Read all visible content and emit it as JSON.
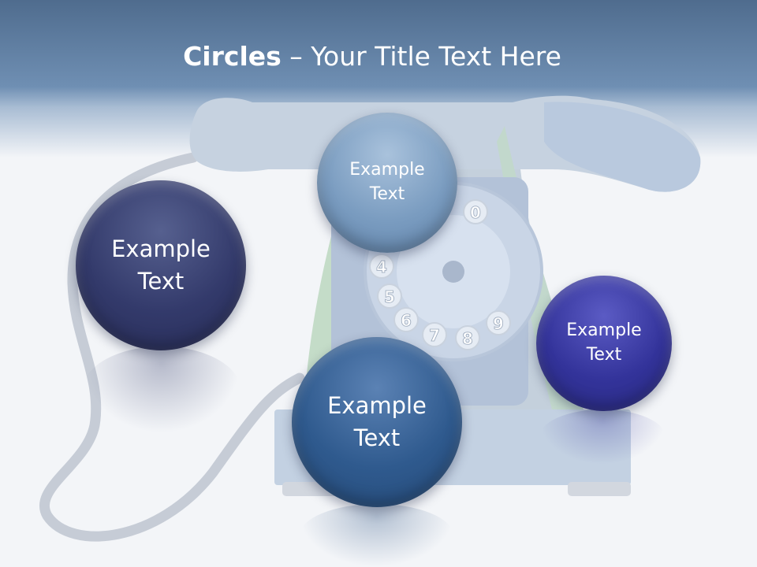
{
  "slide": {
    "title_bold": "Circles",
    "title_rest": " – Your Title Text Here"
  },
  "dial_numbers": [
    "0",
    "4",
    "5",
    "6",
    "7",
    "8",
    "9"
  ],
  "circles": [
    {
      "label": "Example\nText",
      "color": "#7a9cc0"
    },
    {
      "label": "Example\nText",
      "color": "#333a6b"
    },
    {
      "label": "Example\nText",
      "color": "#2f5a8e"
    },
    {
      "label": "Example\nText",
      "color": "#33339a"
    }
  ]
}
